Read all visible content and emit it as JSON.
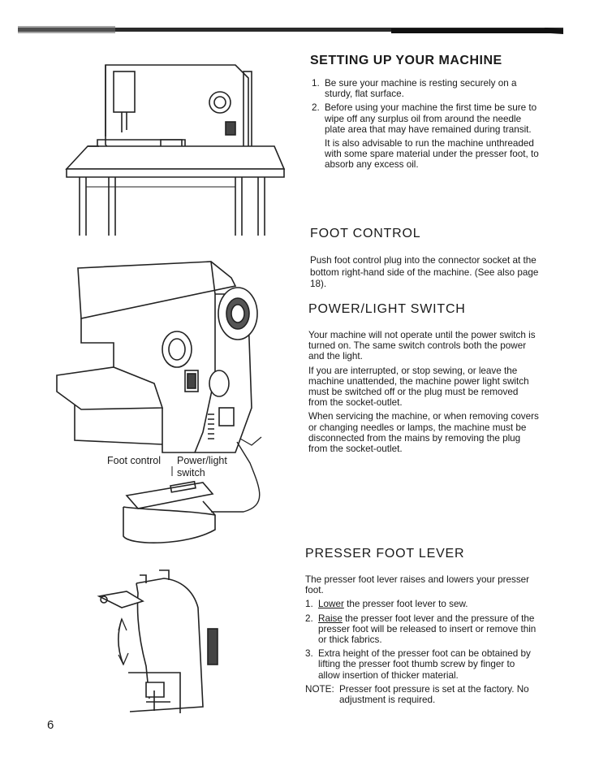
{
  "section1": {
    "title": "SETTING UP YOUR MACHINE",
    "items": [
      {
        "num": "1.",
        "text": "Be sure your machine is resting securely on a sturdy, flat surface."
      },
      {
        "num": "2.",
        "text": "Before using your machine the first time be sure to wipe off any surplus oil from around the needle plate area that may have remained during transit."
      }
    ],
    "note": "It is also advisable to run the machine unthreaded with some spare material under the presser foot, to absorb any excess oil."
  },
  "section2": {
    "title": "FOOT CONTROL",
    "text": "Push foot control plug into the connector socket at the bottom right-hand side of the machine. (See also page 18)."
  },
  "section3": {
    "title": "POWER/LIGHT SWITCH",
    "paragraphs": [
      "Your machine will not operate until the power switch is turned on. The same switch controls both the power and the light.",
      "If you are interrupted, or stop sewing, or leave the machine unattended, the machine power light switch must be switched off or the plug must be removed from the socket-outlet.",
      "When servicing the machine, or when removing covers or changing needles or lamps, the machine must be disconnected from the mains by removing the plug from the socket-outlet."
    ]
  },
  "section4": {
    "title": "PRESSER FOOT LEVER",
    "intro": "The presser foot lever raises and lowers your presser foot.",
    "items": [
      {
        "num": "1.",
        "lead": "Lower",
        "text": " the presser foot lever to sew."
      },
      {
        "num": "2.",
        "lead": "Raise",
        "text": " the presser foot lever and the pressure of the presser foot will be released to insert or remove thin or thick fabrics."
      },
      {
        "num": "3.",
        "lead": "",
        "text": "Extra height of the presser foot can be obtained by lifting the presser foot thumb screw by finger to allow insertion of thicker material."
      }
    ],
    "note_label": "NOTE:",
    "note_text": "Presser foot pressure is set at the factory. No adjustment is required."
  },
  "figure_labels": {
    "foot_control": "Foot control",
    "power_light": "Power/light",
    "switch": "switch"
  },
  "page_number": "6"
}
